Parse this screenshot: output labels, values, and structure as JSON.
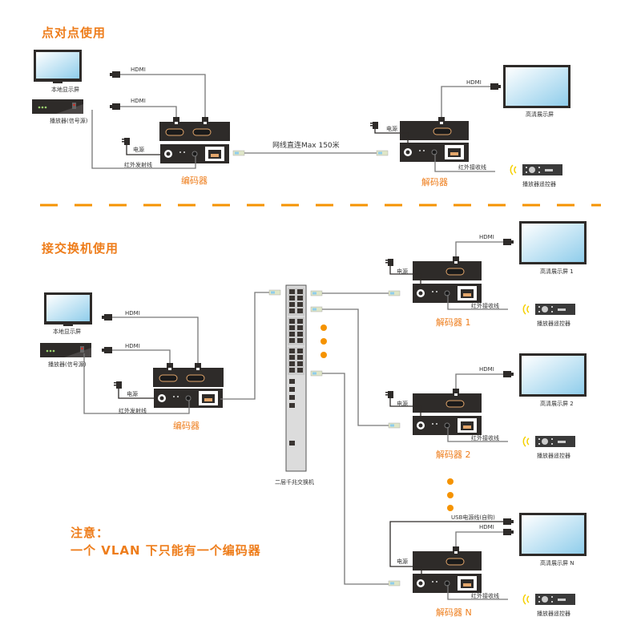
{
  "colors": {
    "accent": "#ee7d1b",
    "device": "#2e2b29",
    "cable": "#6f6f6f",
    "screen": "#bfe3f5",
    "ir": "#f5d000",
    "switch": "#d9d9d9"
  },
  "section1": {
    "title": "点对点使用",
    "local_display": "本地显示屏",
    "player": "播放器(信号源)",
    "hdmi1": "HDMI",
    "hdmi2": "HDMI",
    "power": "电源",
    "ir_tx": "红外发射线",
    "encoder": "编码器",
    "cable": "网线直连Max 150米",
    "decoder": {
      "name": "解码器",
      "power": "电源",
      "hdmi": "HDMI",
      "display": "高清展示屏",
      "ir_rx": "红外接收线",
      "remote": "播放器遥控器"
    }
  },
  "section2": {
    "title": "接交换机使用",
    "local_display": "本地显示屏",
    "player": "播放器(信号源)",
    "hdmi1": "HDMI",
    "hdmi2": "HDMI",
    "power": "电源",
    "ir_tx": "红外发射线",
    "encoder": "编码器",
    "switch": "二层千兆交换机",
    "decoders": [
      {
        "name": "解码器 1",
        "power": "电源",
        "hdmi": "HDMI",
        "display": "高清展示屏 1",
        "ir_rx": "红外接收线",
        "remote": "播放器遥控器"
      },
      {
        "name": "解码器 2",
        "power": "电源",
        "hdmi": "HDMI",
        "display": "高清展示屏 2",
        "ir_rx": "红外接收线",
        "remote": "播放器遥控器"
      },
      {
        "name": "解码器 N",
        "power": "电源",
        "hdmi": "HDMI",
        "display": "高清展示屏 N",
        "ir_rx": "红外接收线",
        "remote": "播放器遥控器",
        "usb": "USB电源线(自购)"
      }
    ]
  },
  "note": {
    "title": "注意：",
    "text": "一个 VLAN 下只能有一个编码器"
  }
}
